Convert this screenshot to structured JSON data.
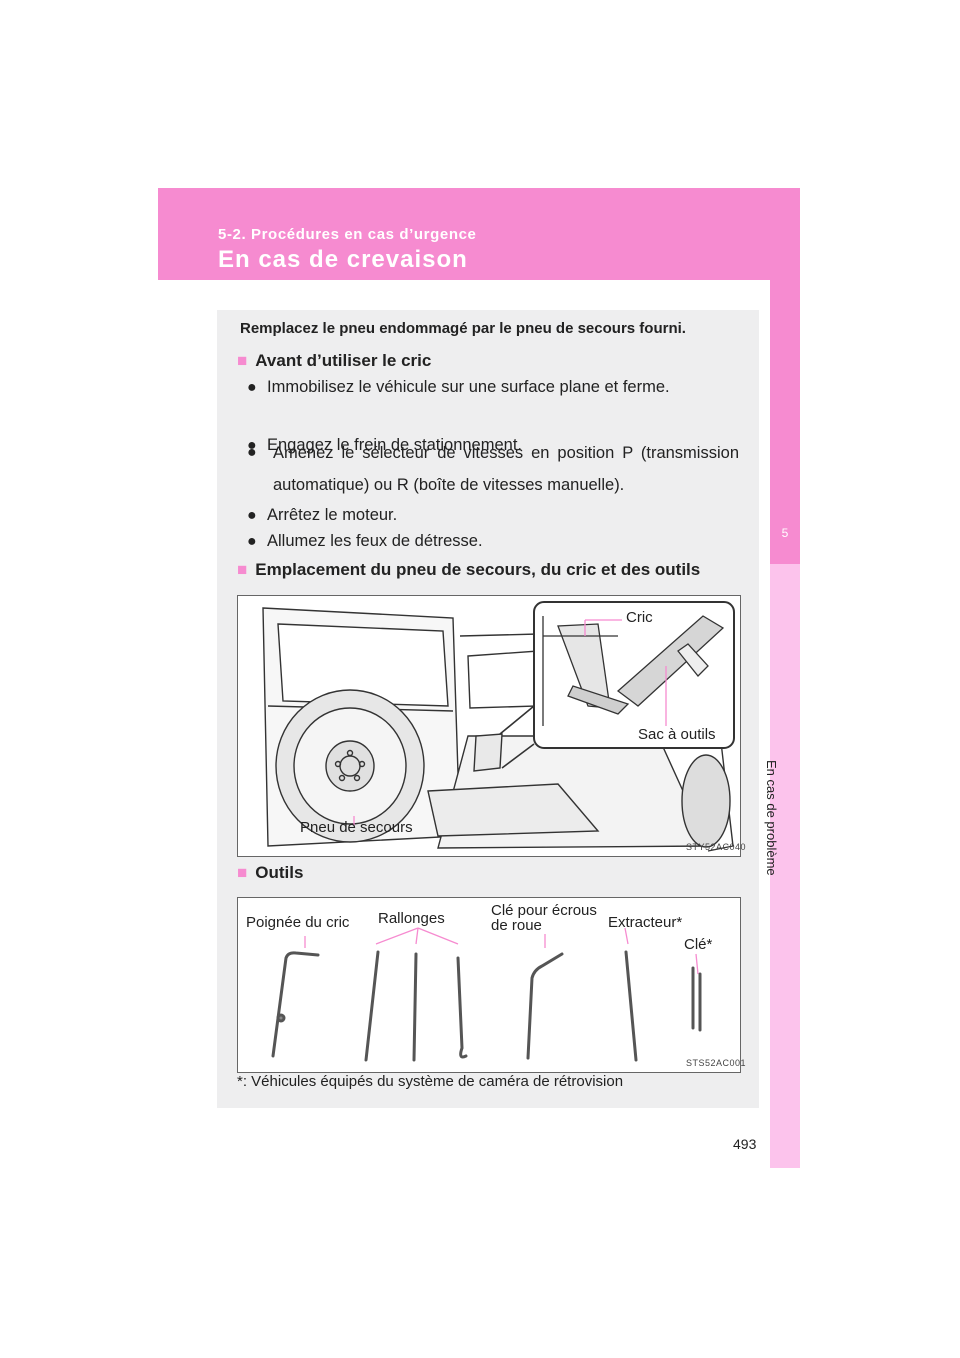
{
  "header": {
    "section": "5-2. Procédures en cas d’urgence",
    "title": "En cas de crevaison"
  },
  "sidebar": {
    "chapter_number": "5",
    "chapter_name": "En cas de problème"
  },
  "intro": "Remplacez le pneu endommagé par le pneu de secours fourni.",
  "before_jack": {
    "heading": "Avant d’utiliser le cric",
    "bullets": [
      "Immobilisez le véhicule sur une surface plane et ferme.",
      "Engagez le frein de stationnement.",
      "Amenez le sélecteur de vitesses en position P (transmission automatique) ou R (boîte de vitesses manuelle).",
      "Arrêtez le moteur.",
      "Allumez les feux de détresse."
    ]
  },
  "location": {
    "heading": "Emplacement du pneu de secours, du cric et des outils",
    "labels": {
      "jack": "Cric",
      "tool_bag": "Sac à outils",
      "spare_tire": "Pneu de secours"
    },
    "code": "STY52AC040"
  },
  "tools": {
    "heading": "Outils",
    "labels": {
      "jack_handle": "Poignée du cric",
      "extensions": "Rallonges",
      "wheel_nut_wrench_1": "Clé pour écrous",
      "wheel_nut_wrench_2": "de roue",
      "extractor": "Extracteur*",
      "key": "Clé*"
    },
    "code": "STS52AC001"
  },
  "footnote": "*: Véhicules équipés du système de caméra de rétrovision",
  "page_number": "493",
  "colors": {
    "accent": "#f68bd0",
    "sidebar_light": "#fcc3ec",
    "panel": "#eeeeef"
  }
}
